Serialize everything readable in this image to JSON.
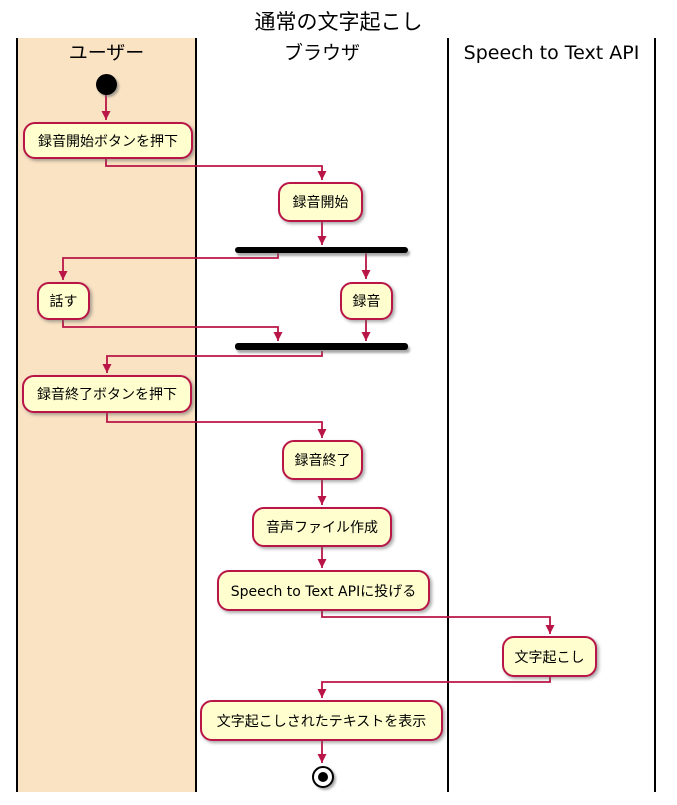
{
  "title": "通常の文字起こし",
  "lanes": [
    {
      "label": "ユーザー"
    },
    {
      "label": "ブラウザ"
    },
    {
      "label": "Speech to Text API"
    }
  ],
  "nodes": {
    "press_start": {
      "label": "録音開始ボタンを押下"
    },
    "rec_start": {
      "label": "録音開始"
    },
    "speak": {
      "label": "話す"
    },
    "record": {
      "label": "録音"
    },
    "press_stop": {
      "label": "録音終了ボタンを押下"
    },
    "rec_stop": {
      "label": "録音終了"
    },
    "make_file": {
      "label": "音声ファイル作成"
    },
    "send_api": {
      "label": "Speech to Text APIに投げる"
    },
    "transcribe": {
      "label": "文字起こし"
    },
    "show_text": {
      "label": "文字起こしされたテキストを表示"
    }
  },
  "colors": {
    "accent": "#B91546",
    "activity_fill": "#FEFECE",
    "lane_user_fill": "#FAE3C3",
    "bar": "#000000",
    "text": "#000000"
  }
}
